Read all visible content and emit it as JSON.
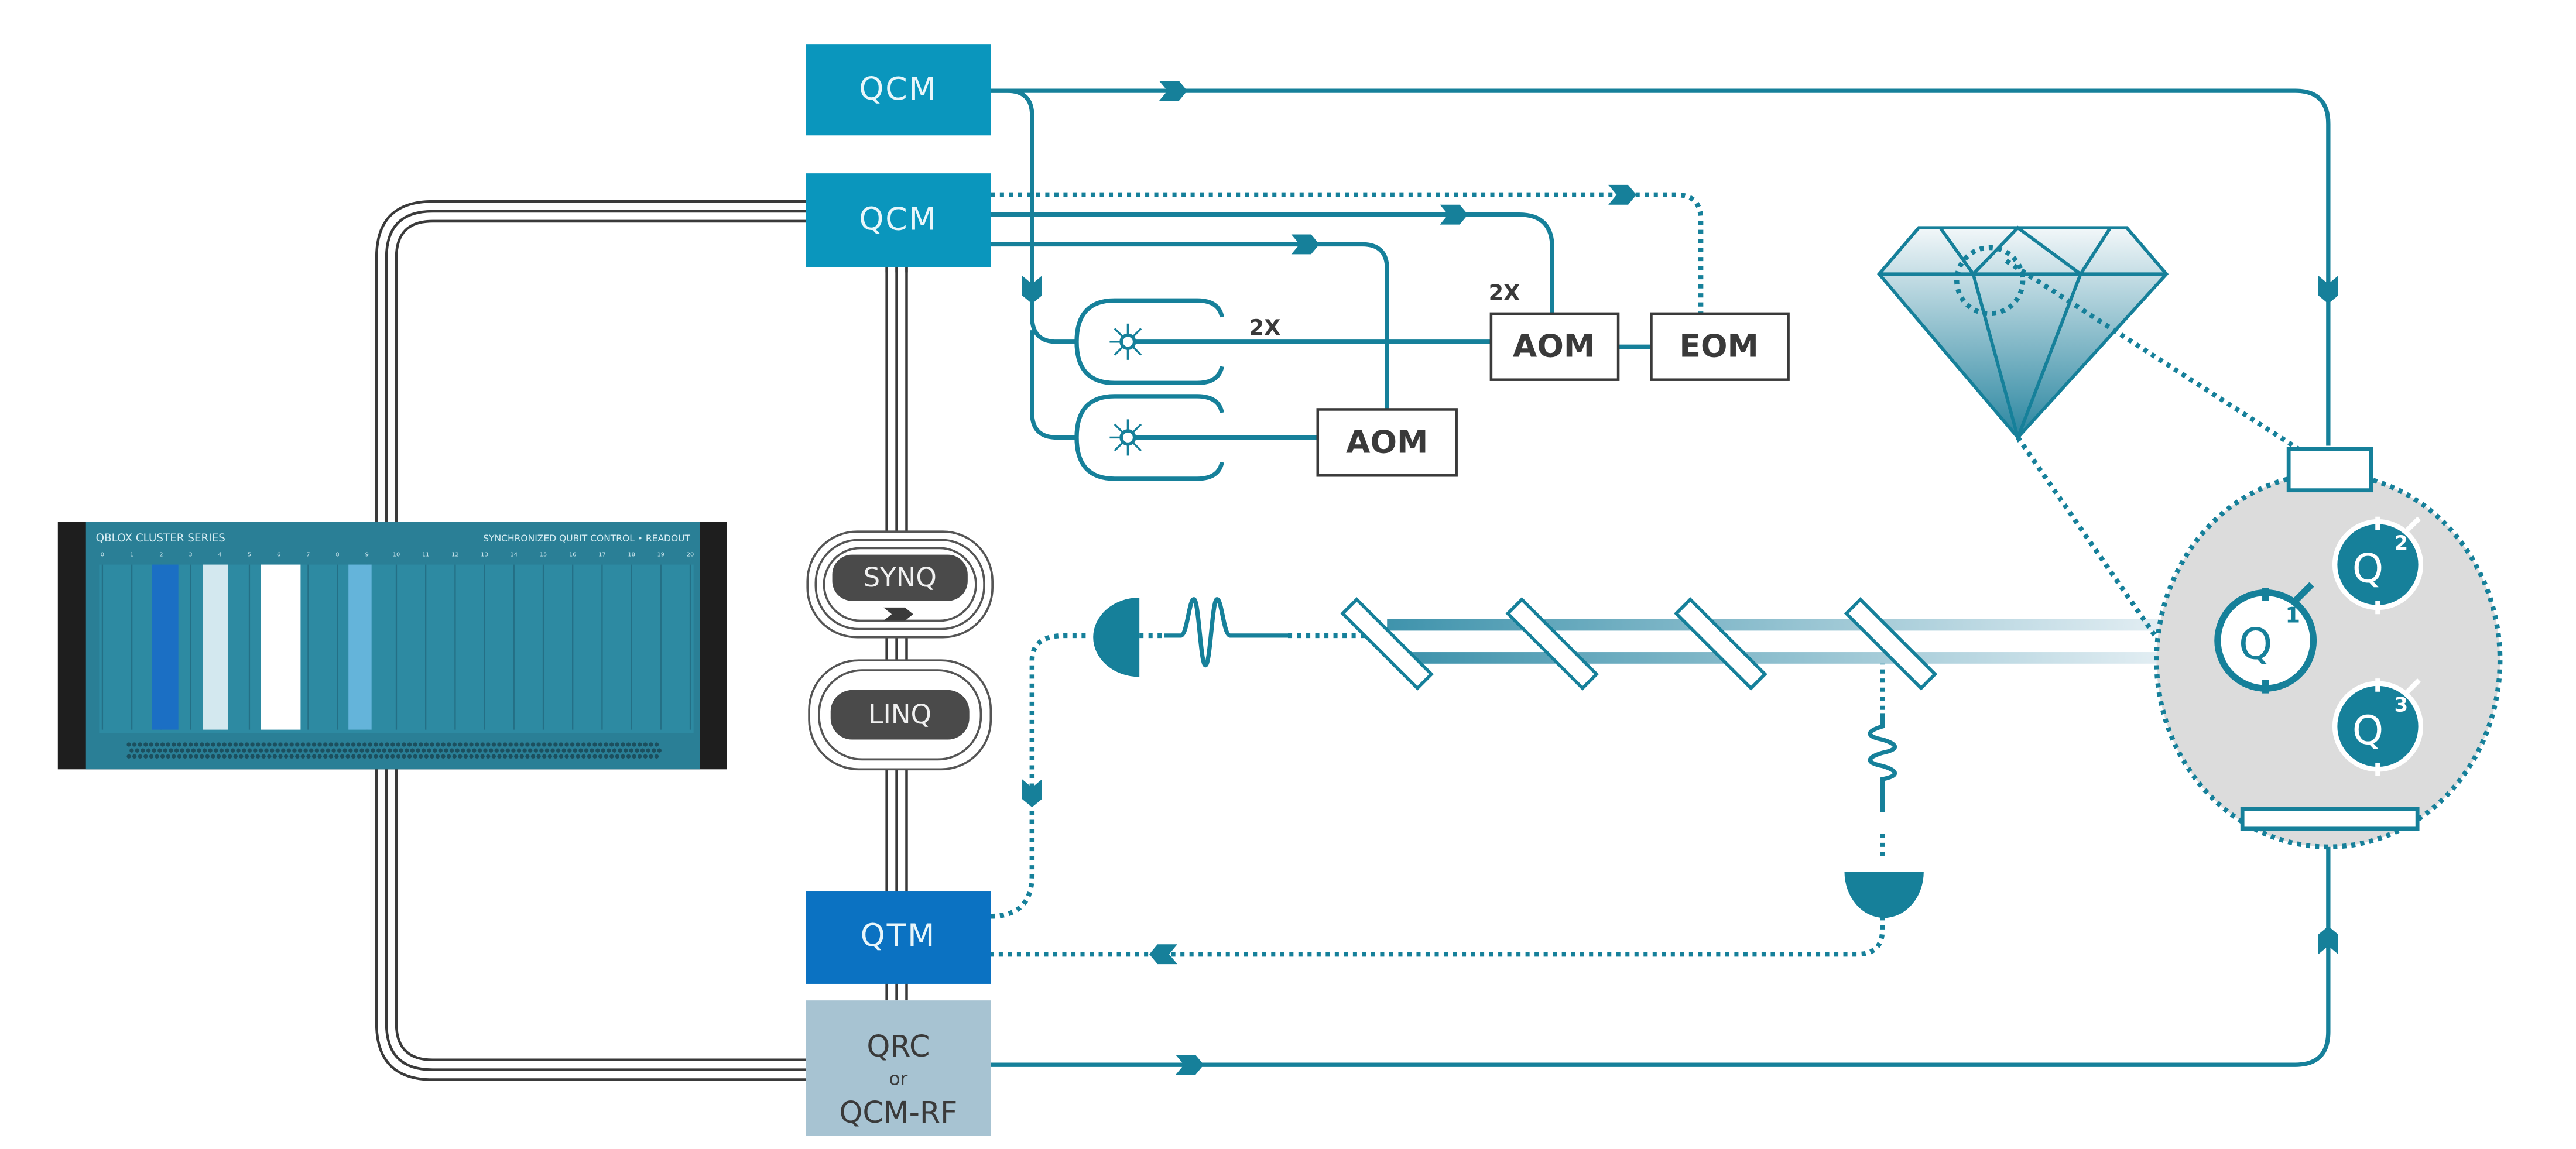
{
  "modules": {
    "qcm_top": "QCM",
    "qcm_mid": "QCM",
    "qtm": "QTM",
    "qrc_line1": "QRC",
    "qrc_line2": "or",
    "qrc_line3": "QCM-RF"
  },
  "links": {
    "synq": "SYNQ",
    "linq": "LINQ"
  },
  "optics": {
    "aom_lower": "AOM",
    "aom_upper": "AOM",
    "eom": "EOM",
    "multiplier_laser": "2X",
    "multiplier_aom": "2X"
  },
  "qubits": {
    "q1": {
      "letter": "Q",
      "index": "1"
    },
    "q2": {
      "letter": "Q",
      "index": "2"
    },
    "q3": {
      "letter": "Q",
      "index": "3"
    }
  },
  "rack": {
    "brand": "QBLOX CLUSTER SERIES",
    "tagline": "SYNCHRONIZED QUBIT CONTROL • READOUT",
    "slots": [
      "0",
      "1",
      "2",
      "3",
      "4",
      "5",
      "6",
      "7",
      "8",
      "9",
      "10",
      "11",
      "12",
      "13",
      "14",
      "15",
      "16",
      "17",
      "18",
      "19",
      "20"
    ]
  },
  "colors": {
    "teal_line": "#16809a",
    "qcm": "#0a96bd",
    "qtm": "#0b72c2",
    "qrc": "#a7c3d2",
    "rack": "#2a7f96",
    "chamber": "#dcdcdc"
  }
}
